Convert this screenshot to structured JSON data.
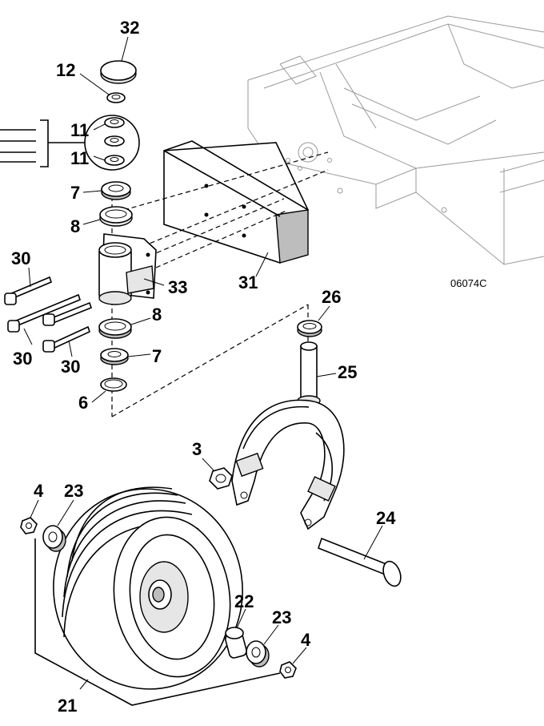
{
  "drawing_code": "06074C",
  "callouts": {
    "c32": "32",
    "c12": "12",
    "c11a": "11",
    "c11b": "11",
    "c7a": "7",
    "c8a": "8",
    "c30a": "30",
    "c33": "33",
    "c31": "31",
    "c30b": "30",
    "c30c": "30",
    "c8b": "8",
    "c7b": "7",
    "c6": "6",
    "c26": "26",
    "c25": "25",
    "c3": "3",
    "c4a": "4",
    "c23a": "23",
    "c24": "24",
    "c22": "22",
    "c23b": "23",
    "c4b": "4",
    "c21": "21"
  }
}
